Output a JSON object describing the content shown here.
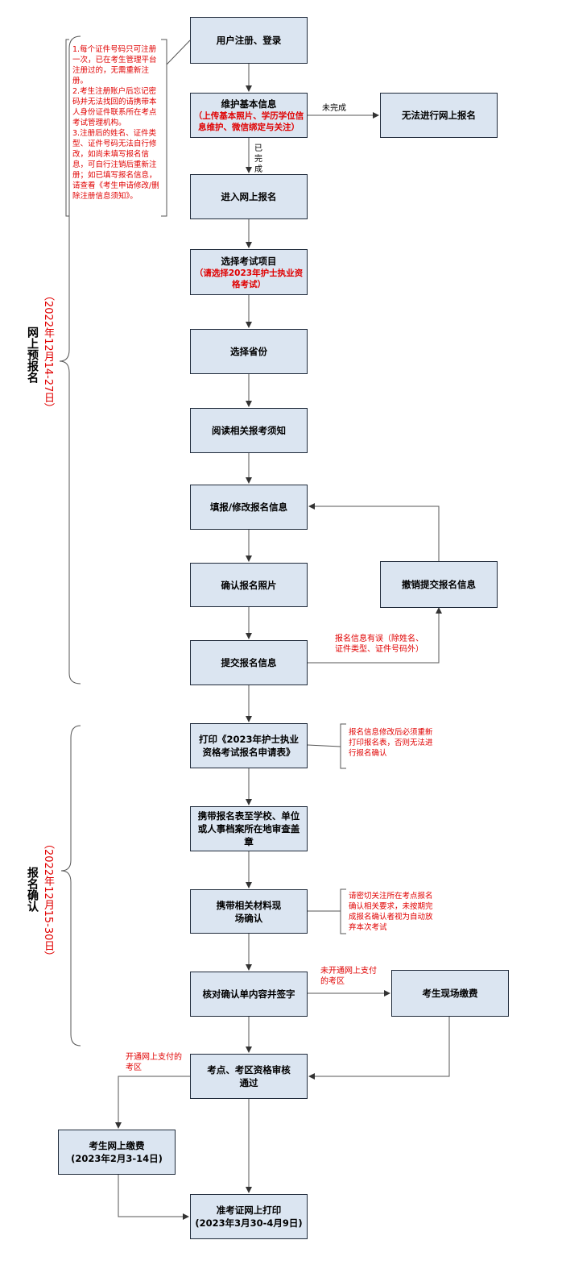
{
  "colors": {
    "box_fill": "#dbe5f1",
    "box_border": "#1f2a3a",
    "red": "#e00000",
    "line": "#555555"
  },
  "phases": {
    "online": {
      "name": "网上预报名",
      "period": "（2022年12月14-27日）"
    },
    "confirm": {
      "name": "报名确认",
      "period": "（2022年12月15-30日）"
    }
  },
  "notes": {
    "register_note": "1.每个证件号码只可注册一次，已在考生管理平台注册过的，无需重新注册。\n2.考生注册账户后忘记密码并无法找回的请携带本人身份证件联系所在考点考试管理机构。\n3.注册后的姓名、证件类型、证件号码无法自行修改，如尚未填写报名信息，可自行注销后重新注册；如已填写报名信息，请查看《考生申请修改/删除注册信息须知》。",
    "reprint_note": "报名信息修改后必须重新打印报名表，否则无法进行报名确认",
    "onsite_note": "请密切关注所在考点报名确认相关要求，未按期完成报名确认者视为自动放弃本次考试"
  },
  "boxes": {
    "register": "用户注册、登录",
    "maintain_title": "维护基本信息",
    "maintain_sub": "（上传基本照片、学历学位信息维护、微信绑定与关注）",
    "cannot": "无法进行网上报名",
    "enter": "进入网上报名",
    "select_title": "选择考试项目",
    "select_sub": "（请选择2023年护士执业资格考试）",
    "province": "选择省份",
    "read": "阅读相关报考须知",
    "fill": "填报/修改报名信息",
    "confirm_photo": "确认报名照片",
    "revoke": "撤销提交报名信息",
    "submit": "提交报名信息",
    "print_form": "打印《2023年护士执业资格考试报名申请表》",
    "stamp": "携带报名表至学校、单位或人事档案所在地审查盖章",
    "onsite": "携带相关材料现场确认",
    "verify": "核对确认单内容并签字",
    "onsite_pay": "考生现场缴费",
    "approved": "考点、考区资格审核通过",
    "online_pay_title": "考生网上缴费",
    "online_pay_date": "(2023年2月3-14日)",
    "admit_title": "准考证网上打印",
    "admit_date": "(2023年3月30-4月9日)"
  },
  "edge_labels": {
    "incomplete": "未完成",
    "completed": "已完成",
    "info_error": "报名信息有误（除姓名、证件类型、证件号码外）",
    "no_online_pay": "未开通网上支付的考区",
    "online_pay_open": "开通网上支付的考区"
  }
}
